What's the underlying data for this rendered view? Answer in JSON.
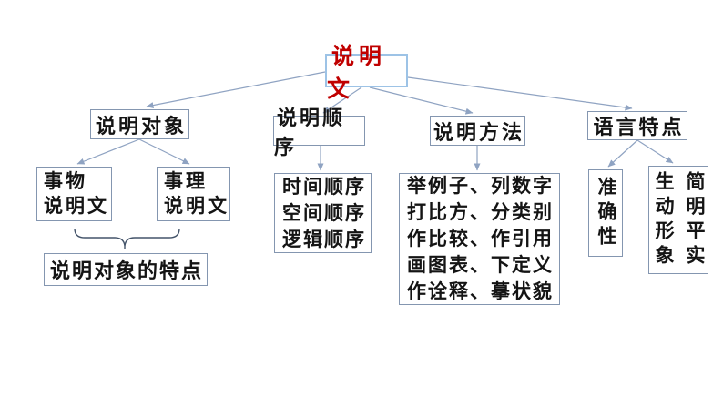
{
  "diagram": {
    "root": {
      "label": "说明文",
      "color": "#c00000"
    },
    "branches": [
      {
        "label": "说明对象",
        "children": [
          {
            "lines": [
              "事物",
              "说明文"
            ]
          },
          {
            "lines": [
              "事理",
              "说明文"
            ]
          }
        ],
        "summary": "说明对象的特点"
      },
      {
        "label": "说明顺序",
        "content_lines": [
          "时间顺序",
          "空间顺序",
          "逻辑顺序"
        ]
      },
      {
        "label": "说明方法",
        "content_lines": [
          "举例子、列数字",
          "打比方、分类别",
          "作比较、作引用",
          "画图表、下定义",
          "作诠释、摹状貌"
        ]
      },
      {
        "label": "语言特点",
        "children": [
          {
            "columns": [
              "准确性"
            ]
          },
          {
            "columns": [
              "生动形象",
              "简明平实"
            ]
          }
        ]
      }
    ],
    "colors": {
      "accent_red": "#c00000",
      "root_border": "#9dc3e6",
      "node_border": "#8496b0",
      "connector": "#8fa3c2",
      "brace": "#44546a",
      "background": "#ffffff"
    }
  }
}
